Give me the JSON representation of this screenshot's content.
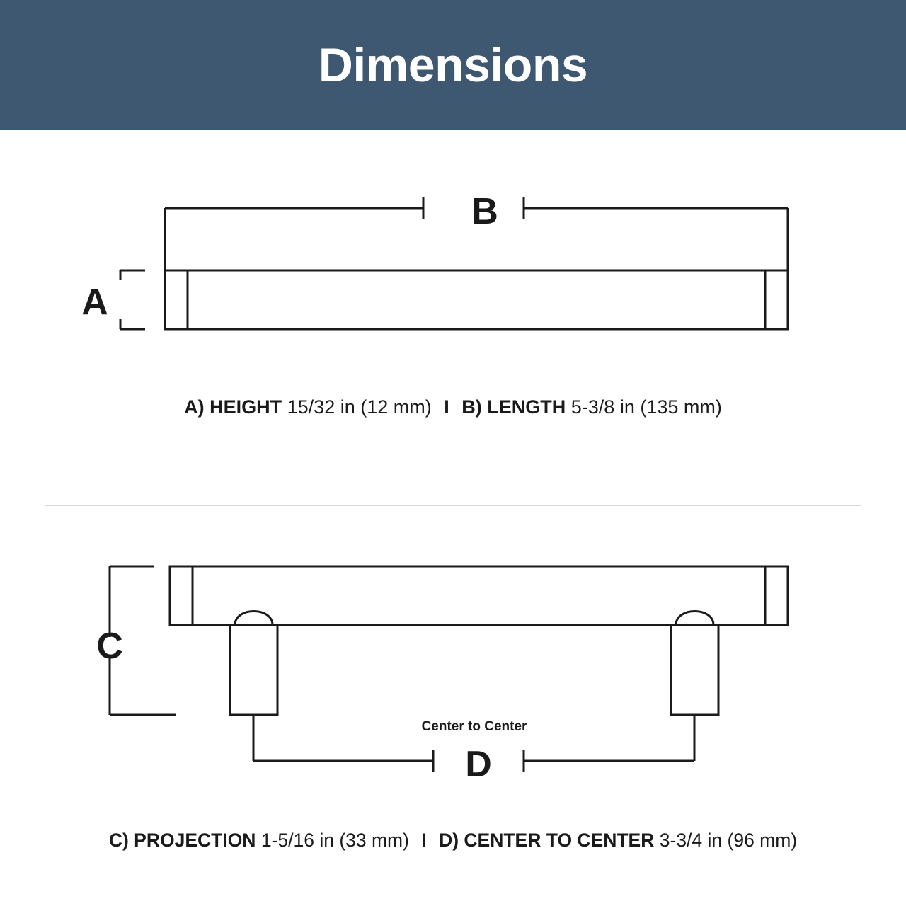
{
  "header": {
    "title": "Dimensions"
  },
  "diagram_top": {
    "label_a": "A",
    "label_b": "B"
  },
  "diagram_bottom": {
    "label_c": "C",
    "label_d": "D",
    "center_to_center_note": "Center to Center"
  },
  "captions": {
    "top": {
      "a_key": "A) HEIGHT",
      "a_value": "15/32 in (12 mm)",
      "separator": "I",
      "b_key": "B) LENGTH",
      "b_value": "5-3/8 in (135 mm)"
    },
    "bottom": {
      "c_key": "C) PROJECTION",
      "c_value": "1-5/16 in (33 mm)",
      "separator": "I",
      "d_key": "D) CENTER TO CENTER",
      "d_value": "3-3/4 in (96 mm)"
    }
  },
  "colors": {
    "header_background": "#3f5871",
    "header_text": "#ffffff",
    "line": "#1a1a1a",
    "divider": "#d8d8d8",
    "page_background": "#ffffff"
  }
}
